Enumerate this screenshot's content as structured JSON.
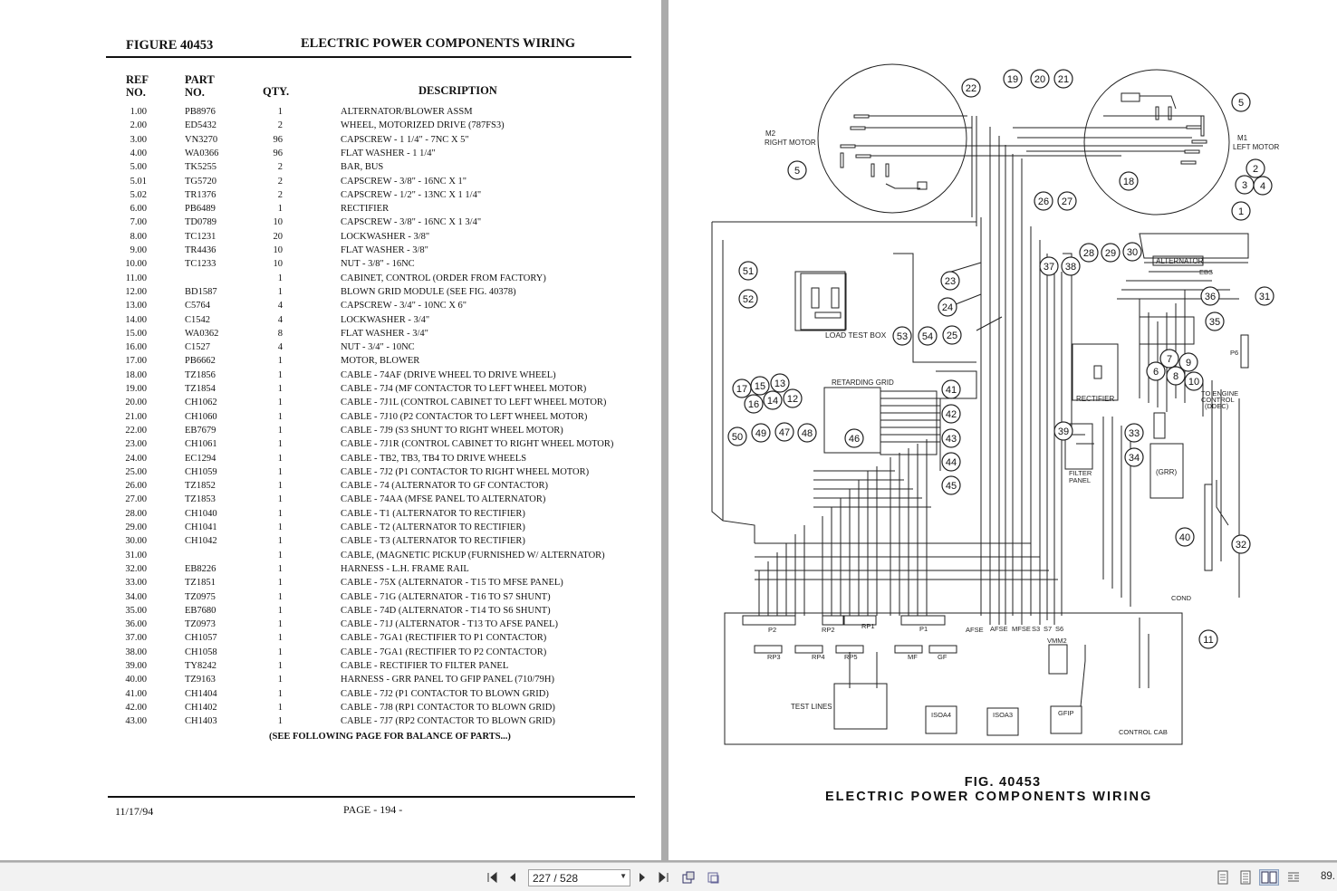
{
  "left_page": {
    "figure_label": "FIGURE 40453",
    "title": "ELECTRIC POWER COMPONENTS WIRING",
    "columns": {
      "ref_line1": "REF",
      "ref_line2": "NO.",
      "part_line1": "PART",
      "part_line2": "NO.",
      "qty": "QTY.",
      "description": "DESCRIPTION"
    },
    "rows": [
      [
        "1.00",
        "PB8976",
        "1",
        "ALTERNATOR/BLOWER ASSM"
      ],
      [
        "2.00",
        "ED5432",
        "2",
        "WHEEL, MOTORIZED DRIVE (787FS3)"
      ],
      [
        "3.00",
        "VN3270",
        "96",
        "CAPSCREW - 1 1/4\" - 7NC X 5\""
      ],
      [
        "4.00",
        "WA0366",
        "96",
        "FLAT WASHER - 1 1/4\""
      ],
      [
        "5.00",
        "TK5255",
        "2",
        "BAR, BUS"
      ],
      [
        "5.01",
        "TG5720",
        "2",
        "CAPSCREW - 3/8\" - 16NC X 1\""
      ],
      [
        "5.02",
        "TR1376",
        "2",
        "CAPSCREW - 1/2\" - 13NC X 1 1/4\""
      ],
      [
        "6.00",
        "PB6489",
        "1",
        "RECTIFIER"
      ],
      [
        "7.00",
        "TD0789",
        "10",
        "CAPSCREW - 3/8\" - 16NC X 1 3/4\""
      ],
      [
        "8.00",
        "TC1231",
        "20",
        "LOCKWASHER - 3/8\""
      ],
      [
        "9.00",
        "TR4436",
        "10",
        "FLAT WASHER - 3/8\""
      ],
      [
        "10.00",
        "TC1233",
        "10",
        "NUT - 3/8\" - 16NC"
      ],
      [
        "11.00",
        "",
        "1",
        "CABINET, CONTROL (ORDER FROM FACTORY)"
      ],
      [
        "12.00",
        "BD1587",
        "1",
        "BLOWN GRID MODULE (SEE FIG. 40378)"
      ],
      [
        "13.00",
        "C5764",
        "4",
        "CAPSCREW - 3/4\" - 10NC X 6\""
      ],
      [
        "14.00",
        "C1542",
        "4",
        "LOCKWASHER - 3/4\""
      ],
      [
        "15.00",
        "WA0362",
        "8",
        "FLAT WASHER - 3/4\""
      ],
      [
        "16.00",
        "C1527",
        "4",
        "NUT - 3/4\" - 10NC"
      ],
      [
        "17.00",
        "PB6662",
        "1",
        "MOTOR, BLOWER"
      ],
      [
        "18.00",
        "TZ1856",
        "1",
        "CABLE - 74AF (DRIVE WHEEL TO DRIVE WHEEL)"
      ],
      [
        "19.00",
        "TZ1854",
        "1",
        "CABLE - 7J4 (MF CONTACTOR TO LEFT WHEEL MOTOR)"
      ],
      [
        "20.00",
        "CH1062",
        "1",
        "CABLE - 7J1L (CONTROL CABINET TO LEFT WHEEL MOTOR)"
      ],
      [
        "21.00",
        "CH1060",
        "1",
        "CABLE - 7J10 (P2 CONTACTOR TO LEFT WHEEL MOTOR)"
      ],
      [
        "22.00",
        "EB7679",
        "1",
        "CABLE - 7J9 (S3 SHUNT TO RIGHT WHEEL MOTOR)"
      ],
      [
        "23.00",
        "CH1061",
        "1",
        "CABLE - 7J1R (CONTROL CABINET TO RIGHT WHEEL MOTOR)"
      ],
      [
        "24.00",
        "EC1294",
        "1",
        "CABLE - TB2, TB3, TB4 TO DRIVE WHEELS"
      ],
      [
        "25.00",
        "CH1059",
        "1",
        "CABLE - 7J2 (P1 CONTACTOR TO RIGHT WHEEL MOTOR)"
      ],
      [
        "26.00",
        "TZ1852",
        "1",
        "CABLE - 74 (ALTERNATOR TO GF CONTACTOR)"
      ],
      [
        "27.00",
        "TZ1853",
        "1",
        "CABLE - 74AA (MFSE PANEL TO ALTERNATOR)"
      ],
      [
        "28.00",
        "CH1040",
        "1",
        "CABLE - T1 (ALTERNATOR TO RECTIFIER)"
      ],
      [
        "29.00",
        "CH1041",
        "1",
        "CABLE - T2 (ALTERNATOR TO RECTIFIER)"
      ],
      [
        "30.00",
        "CH1042",
        "1",
        "CABLE - T3 (ALTERNATOR TO RECTIFIER)"
      ],
      [
        "31.00",
        "",
        "1",
        "CABLE, (MAGNETIC PICKUP (FURNISHED W/ ALTERNATOR)"
      ],
      [
        "32.00",
        "EB8226",
        "1",
        "HARNESS - L.H. FRAME RAIL"
      ],
      [
        "33.00",
        "TZ1851",
        "1",
        "CABLE - 75X  (ALTERNATOR - T15 TO MFSE PANEL)"
      ],
      [
        "34.00",
        "TZ0975",
        "1",
        "CABLE - 71G  (ALTERNATOR - T16 TO S7 SHUNT)"
      ],
      [
        "35.00",
        "EB7680",
        "1",
        "CABLE - 74D  (ALTERNATOR - T14 TO S6 SHUNT)"
      ],
      [
        "36.00",
        "TZ0973",
        "1",
        "CABLE - 71J  (ALTERNATOR - T13 TO AFSE PANEL)"
      ],
      [
        "37.00",
        "CH1057",
        "1",
        "CABLE - 7GA1 (RECTIFIER TO P1 CONTACTOR)"
      ],
      [
        "38.00",
        "CH1058",
        "1",
        "CABLE - 7GA1 (RECTIFIER TO P2 CONTACTOR)"
      ],
      [
        "39.00",
        "TY8242",
        "1",
        "CABLE - RECTIFIER TO FILTER PANEL"
      ],
      [
        "40.00",
        "TZ9163",
        "1",
        "HARNESS - GRR PANEL TO GFIP PANEL (710/79H)"
      ],
      [
        "41.00",
        "CH1404",
        "1",
        "CABLE - 7J2 (P1 CONTACTOR TO BLOWN GRID)"
      ],
      [
        "42.00",
        "CH1402",
        "1",
        "CABLE - 7J8 (RP1 CONTACTOR TO BLOWN GRID)"
      ],
      [
        "43.00",
        "CH1403",
        "1",
        "CABLE - 7J7 (RP2 CONTACTOR TO BLOWN GRID)"
      ]
    ],
    "see_following": "(SEE FOLLOWING PAGE FOR BALANCE OF PARTS...)",
    "footer_date": "11/17/94",
    "footer_page": "PAGE - 194 -"
  },
  "right_page": {
    "labels": {
      "m2": "M2",
      "right_motor": "RIGHT MOTOR",
      "m1": "M1",
      "left_motor": "LEFT MOTOR",
      "alternator": "ALTERNATOR",
      "ebs": "EBS",
      "load_test_box": "LOAD TEST BOX",
      "retarding_grid": "RETARDING GRID",
      "rectifier": "RECTIFIER",
      "filter": "FILTER",
      "panel": "PANEL",
      "grr": "(GRR)",
      "to_engine": "TO ENGINE",
      "control": "CONTROL",
      "ddec": "(DDEC)",
      "p6": "P6",
      "cond": "COND",
      "p2": "P2",
      "rp2": "RP2",
      "rp1": "RP1",
      "p1": "P1",
      "afse1": "AFSE",
      "afse2": "AFSE",
      "mfse": "MFSE",
      "s3": "S3",
      "s7": "S7",
      "s6": "S6",
      "rp3": "RP3",
      "rp4": "RP4",
      "rp5": "RP5",
      "mf": "MF",
      "gf": "GF",
      "vmm2": "VMM2",
      "test_lines": "TEST LINES",
      "isoa4": "ISOA4",
      "isoa3": "ISOA3",
      "gfip": "GFIP",
      "control_cab": "CONTROL  CAB"
    },
    "callouts": [
      "1",
      "2",
      "3",
      "4",
      "5",
      "6",
      "7",
      "8",
      "9",
      "10",
      "11",
      "12",
      "13",
      "14",
      "15",
      "16",
      "17",
      "18",
      "19",
      "20",
      "21",
      "22",
      "23",
      "24",
      "25",
      "26",
      "27",
      "28",
      "29",
      "30",
      "31",
      "32",
      "33",
      "34",
      "35",
      "36",
      "37",
      "38",
      "39",
      "40",
      "41",
      "42",
      "43",
      "44",
      "45",
      "46",
      "47",
      "48",
      "49",
      "50",
      "51",
      "52",
      "53",
      "54"
    ],
    "caption_line1": "FIG. 40453",
    "caption_line2": "ELECTRIC POWER COMPONENTS WIRING"
  },
  "toolbar": {
    "page_field": "227 / 528",
    "zoom": "89."
  }
}
